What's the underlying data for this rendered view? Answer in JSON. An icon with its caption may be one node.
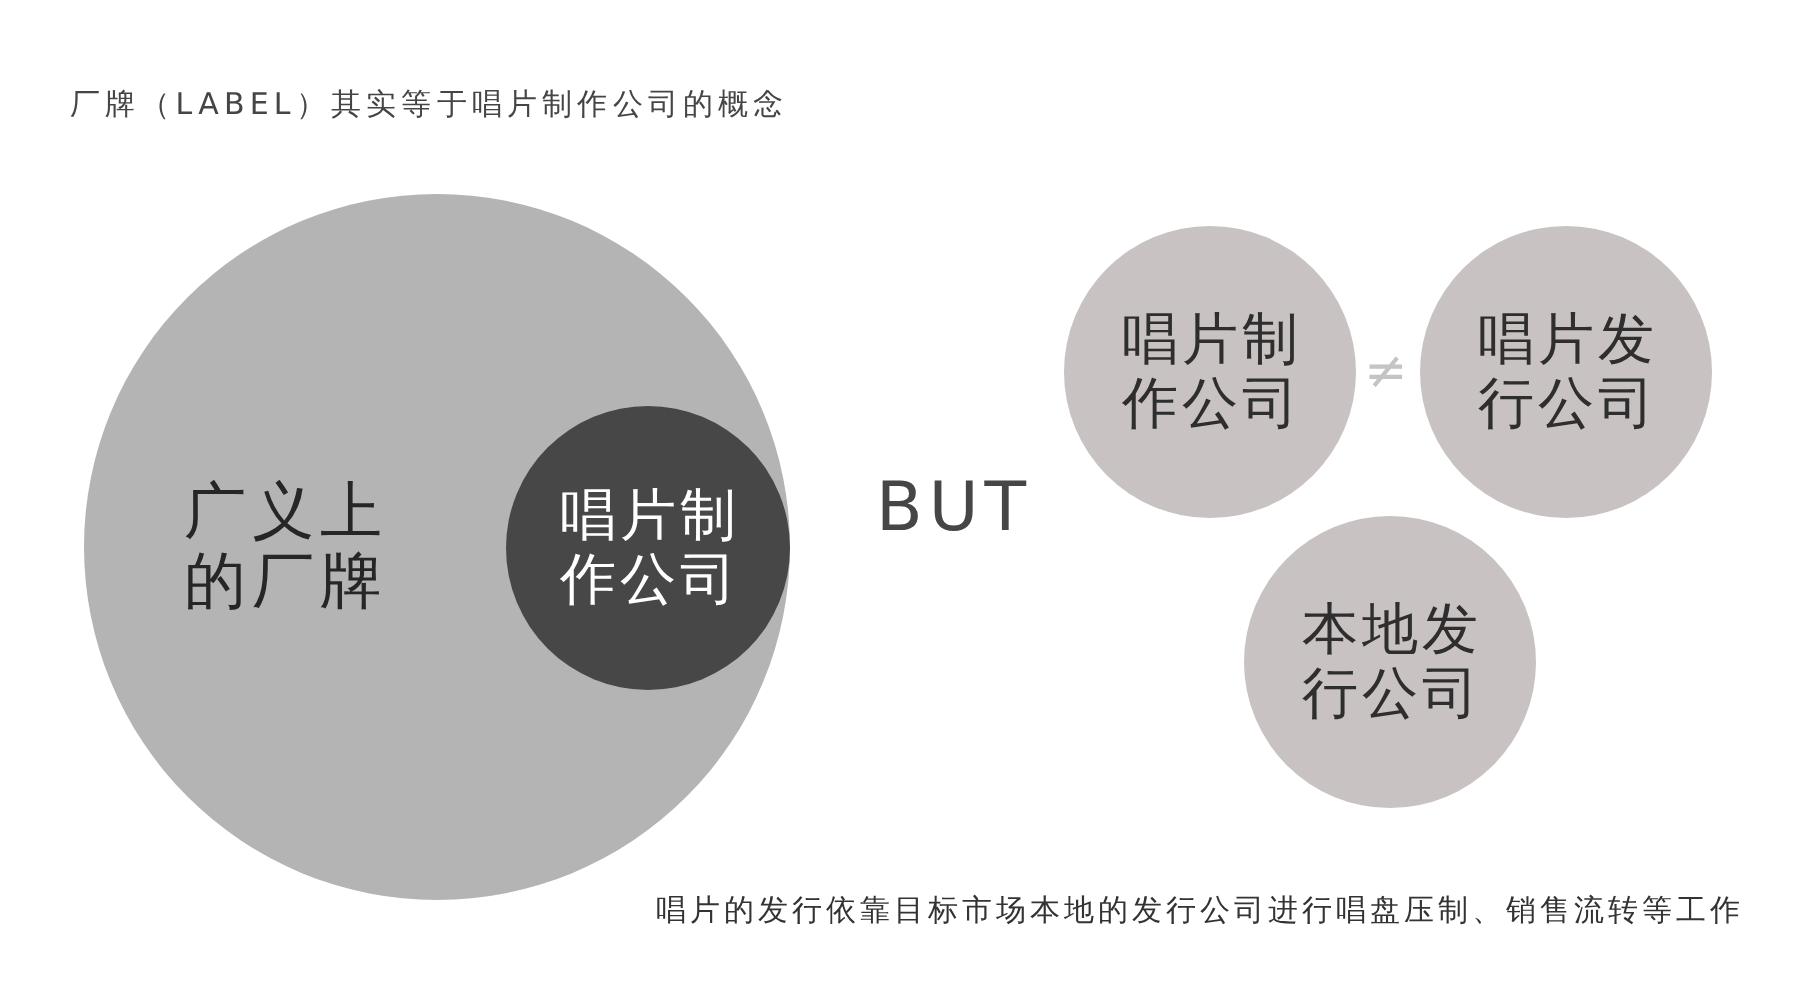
{
  "diagram": {
    "title": "厂牌（LABEL）其实等于唱片制作公司的概念",
    "caption": "唱片的发行依靠目标市场本地的发行公司进行唱盘压制、销售流转等工作",
    "nodes": [
      {
        "text": [
          "广义上的厂牌"
        ]
      },
      {
        "text": [
          "唱片制作公司"
        ],
        "in": 0
      },
      {
        "text": [
          "唱片制作公司"
        ]
      },
      {
        "text": [
          "唱片发行公司"
        ]
      },
      {
        "text": [
          "本地发行公司"
        ]
      }
    ],
    "labels": [
      "BUT",
      "≠"
    ]
  }
}
